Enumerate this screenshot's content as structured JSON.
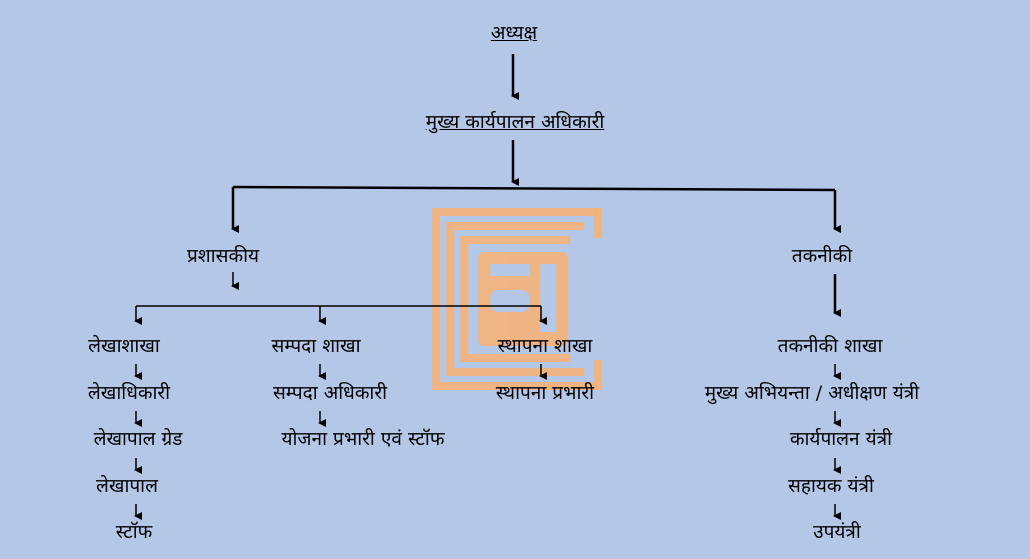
{
  "chart": {
    "chairman": "अध्यक्ष",
    "ceo": "मुख्य कार्यपालन अधिकारी",
    "admin": "प्रशासकीय",
    "technical": "तकनीकी",
    "accounts": [
      "लेखाशाखा",
      "लेखाधिकारी",
      "लेखापाल ग्रेड",
      "लेखापाल",
      "स्टॉफ"
    ],
    "estate": [
      "सम्पदा शाखा",
      "सम्पदा अधिकारी",
      "योजना प्रभारी एवं स्टॉफ"
    ],
    "establishment": [
      "स्थापना शाखा",
      "स्थापना प्रभारी"
    ],
    "engineering": [
      "तकनीकी शाखा",
      "मुख्य अभियन्ता / अधीक्षण यंत्री",
      "कार्यपालन यंत्री",
      "सहायक यंत्री",
      "उपयंत्री"
    ]
  },
  "colors": {
    "background": "#b4c7e7",
    "watermark": "#f5b27a",
    "line": "#000000"
  }
}
